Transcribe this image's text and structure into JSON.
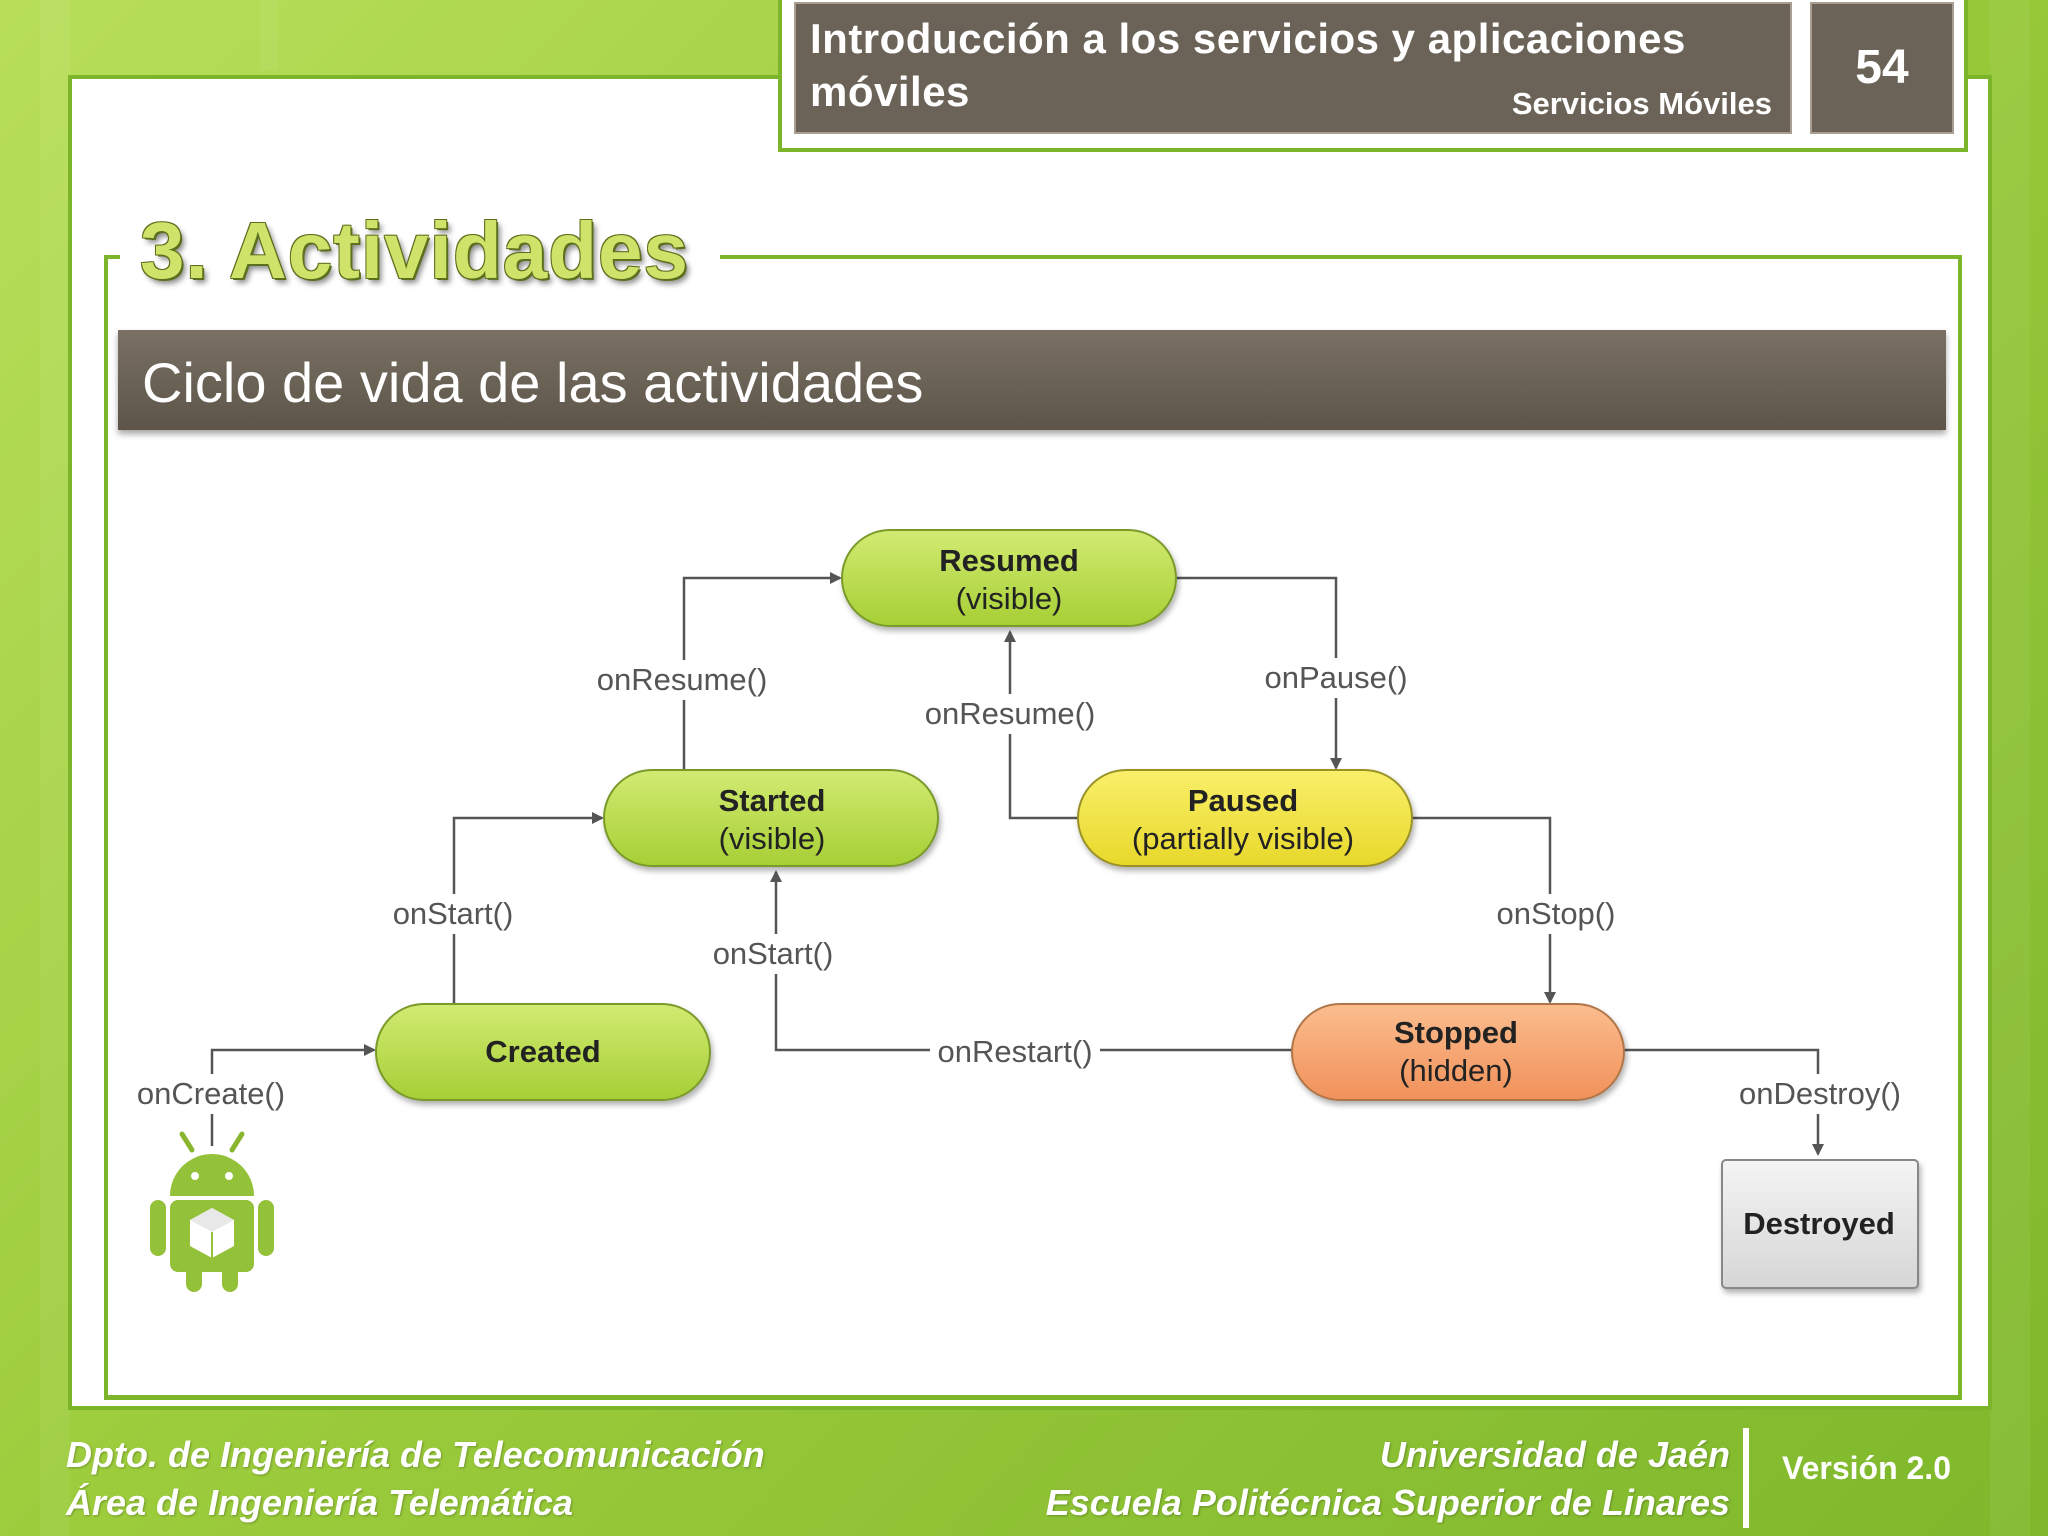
{
  "header": {
    "title": "Introducción a los servicios y aplicaciones móviles",
    "subtitle": "Servicios Móviles",
    "page_number": "54"
  },
  "section": {
    "title": "3. Actividades",
    "subtitle": "Ciclo de vida de las actividades"
  },
  "diagram": {
    "states": {
      "resumed": {
        "name": "Resumed",
        "note": "(visible)"
      },
      "started": {
        "name": "Started",
        "note": "(visible)"
      },
      "paused": {
        "name": "Paused",
        "note": "(partially visible)"
      },
      "created": {
        "name": "Created"
      },
      "stopped": {
        "name": "Stopped",
        "note": "(hidden)"
      },
      "destroyed": {
        "name": "Destroyed"
      }
    },
    "transitions": {
      "on_resume_left": "onResume()",
      "on_resume_center": "onResume()",
      "on_pause": "onPause()",
      "on_start_left": "onStart()",
      "on_start_center": "onStart()",
      "on_stop": "onStop()",
      "on_create": "onCreate()",
      "on_restart": "onRestart()",
      "on_destroy": "onDestroy()"
    },
    "colors": {
      "green_state": "#b5d84a",
      "yellow_state": "#f3e542",
      "orange_state": "#f6a06a",
      "gray_state": "#e3e3e3",
      "arrow": "#555555"
    },
    "icon": "android-robot-icon"
  },
  "footer": {
    "left_line1": "Dpto. de Ingeniería de Telecomunicación",
    "left_line2": "Área de Ingeniería Telemática",
    "right_line1": "Universidad de Jaén",
    "right_line2": "Escuela Politécnica Superior de Linares",
    "version": "Versión 2.0"
  }
}
